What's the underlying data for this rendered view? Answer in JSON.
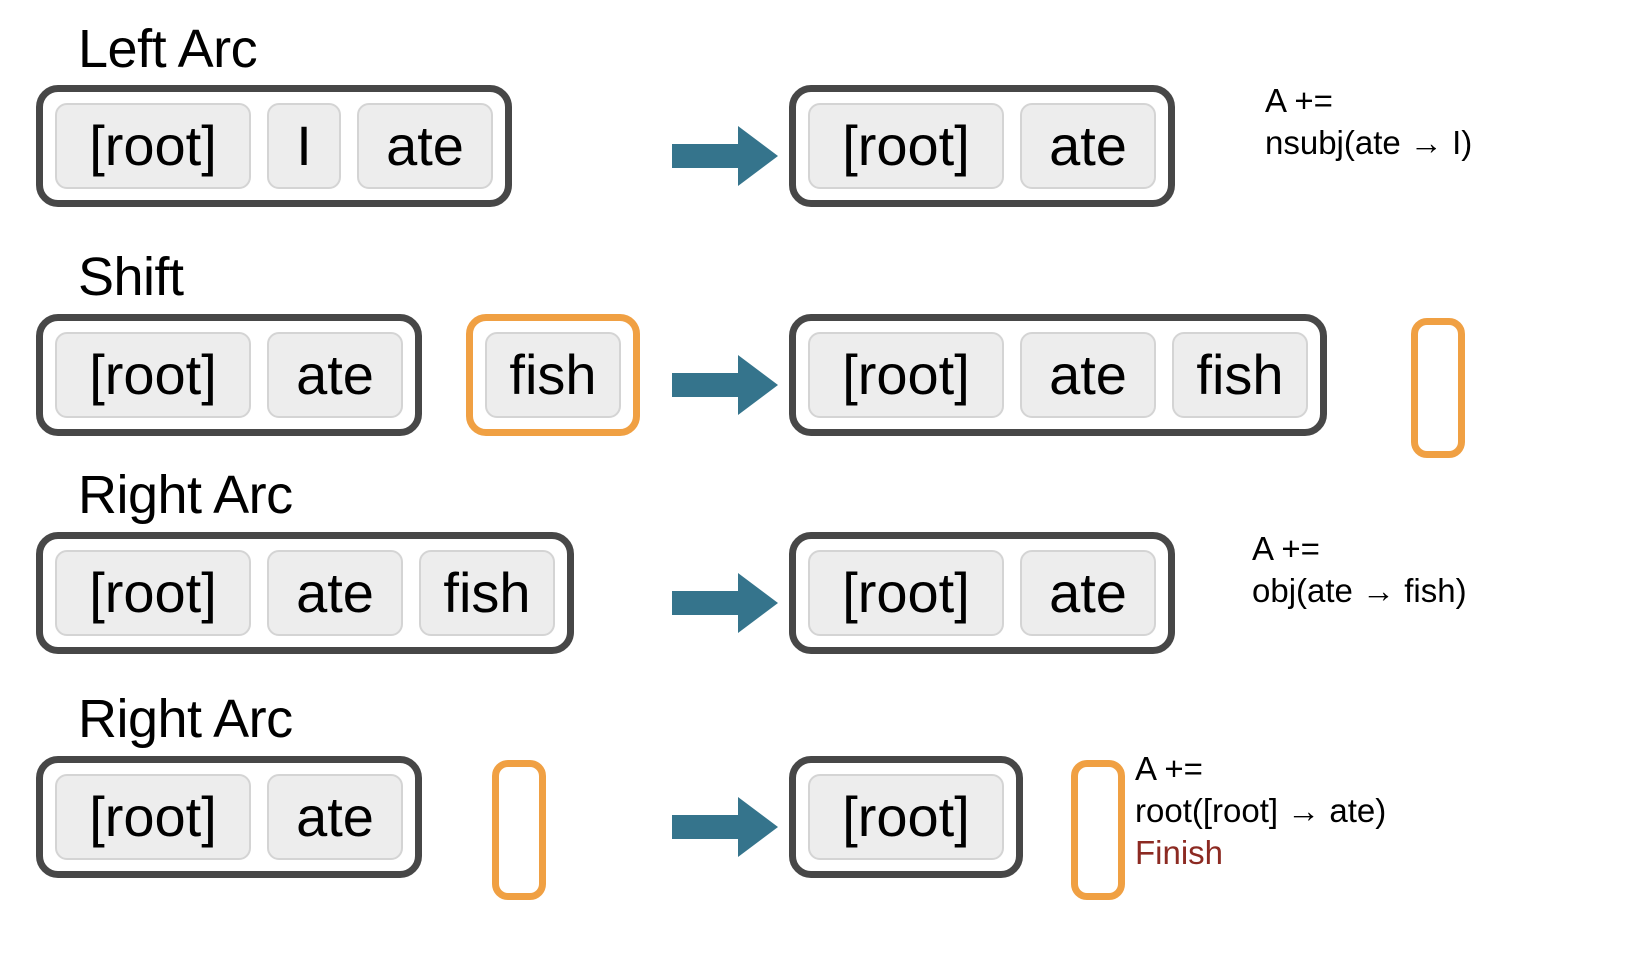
{
  "diagram": {
    "title_hidden": "",
    "colors": {
      "stack_border": "#474747",
      "buffer_border": "#F0A043",
      "tile_fill": "#EDEDED",
      "tile_border": "#D4D4D4",
      "arrow": "#35748C",
      "finish_text": "#8C2A22",
      "text": "#000000",
      "background": "#FFFFFF"
    },
    "arrow_icon_name": "right-arrow-icon",
    "rows": [
      {
        "label": "Left Arc",
        "before": {
          "stack": [
            "[root]",
            "I",
            "ate"
          ],
          "buffer": null,
          "buffer_empty": false
        },
        "after": {
          "stack": [
            "[root]",
            "ate"
          ],
          "buffer": null,
          "buffer_empty": false
        },
        "annotation": {
          "line1": "A +=",
          "line2": "nsubj(ate → I)",
          "finish": null
        }
      },
      {
        "label": "Shift",
        "before": {
          "stack": [
            "[root]",
            "ate"
          ],
          "buffer": [
            "fish"
          ],
          "buffer_empty": false
        },
        "after": {
          "stack": [
            "[root]",
            "ate",
            "fish"
          ],
          "buffer": [],
          "buffer_empty": true
        },
        "annotation": null
      },
      {
        "label": "Right Arc",
        "before": {
          "stack": [
            "[root]",
            "ate",
            "fish"
          ],
          "buffer": null,
          "buffer_empty": false
        },
        "after": {
          "stack": [
            "[root]",
            "ate"
          ],
          "buffer": null,
          "buffer_empty": false
        },
        "annotation": {
          "line1": "A +=",
          "line2": "obj(ate → fish)",
          "finish": null
        }
      },
      {
        "label": "Right Arc",
        "before": {
          "stack": [
            "[root]",
            "ate"
          ],
          "buffer": [],
          "buffer_empty": true
        },
        "after": {
          "stack": [
            "[root]"
          ],
          "buffer": [],
          "buffer_empty": true
        },
        "annotation": {
          "line1": "A +=",
          "line2": "root([root] → ate)",
          "finish": "Finish"
        }
      }
    ]
  }
}
